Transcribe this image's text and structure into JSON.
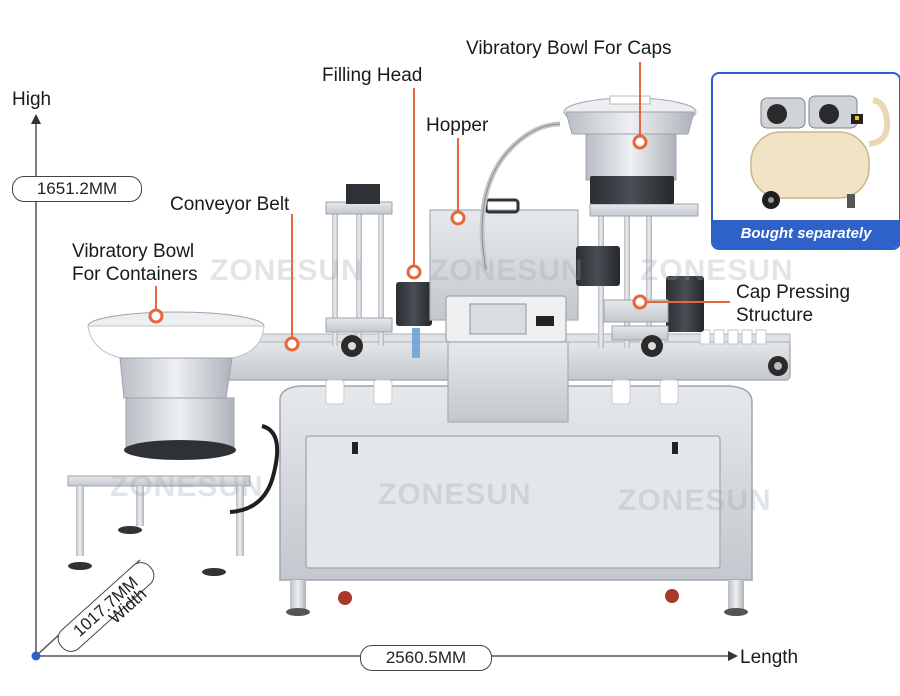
{
  "labels": {
    "vibratory_bowl_caps": "Vibratory Bowl For Caps",
    "filling_head": "Filling Head",
    "hopper": "Hopper",
    "conveyor_belt": "Conveyor Belt",
    "vibratory_bowl_containers_line1": "Vibratory Bowl",
    "vibratory_bowl_containers_line2": "For Containers",
    "cap_pressing_line1": "Cap Pressing",
    "cap_pressing_line2": "Structure"
  },
  "dimensions": {
    "high_label": "High",
    "height_value": "1651.2MM",
    "length_label": "Length",
    "length_value": "2560.5MM",
    "width_label": "Width",
    "width_value": "1017.7MM"
  },
  "inset": {
    "banner": "Bought separately"
  },
  "watermark": "ZONESUN",
  "colors": {
    "callout_orange": "#e8673a",
    "inset_blue": "#2f62c8",
    "steel": "#c9ced4"
  }
}
